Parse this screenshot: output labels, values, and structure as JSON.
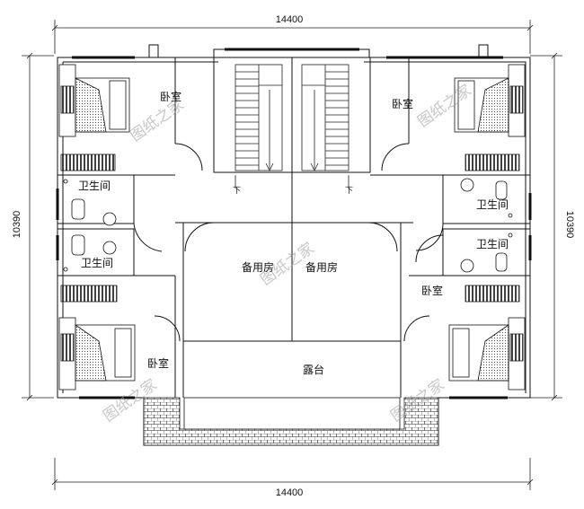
{
  "dimensions": {
    "top": "14400",
    "bottom": "14400",
    "left": "10390",
    "right": "10390"
  },
  "rooms": {
    "bedroom_top_left": "卧室",
    "bedroom_top_right": "卧室",
    "bedroom_mid_right": "卧室",
    "bedroom_bottom_left": "卧室",
    "bathroom_left_1": "卫生间",
    "bathroom_left_2": "卫生间",
    "bathroom_right_1": "卫生间",
    "bathroom_right_2": "卫生间",
    "spare_room_left": "备用房",
    "spare_room_right": "备用房",
    "terrace": "露台"
  },
  "stairs": {
    "down_left": "下",
    "down_right": "下"
  },
  "watermark": "图纸之家"
}
